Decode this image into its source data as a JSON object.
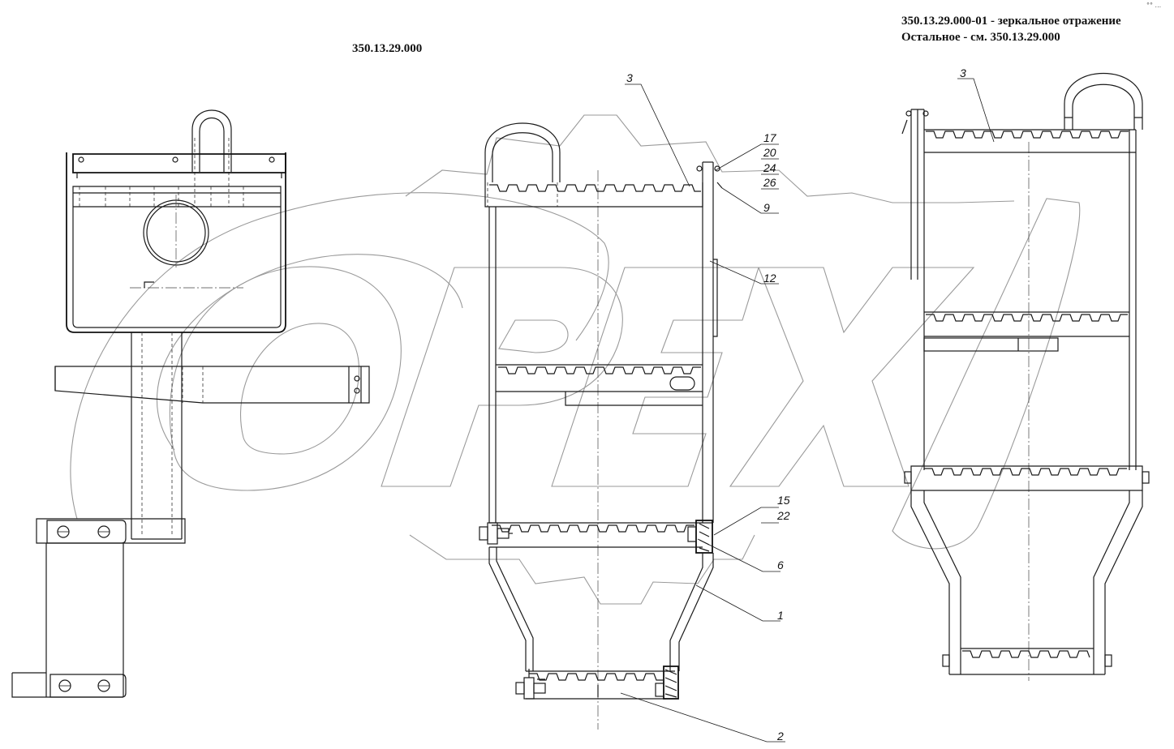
{
  "titles": {
    "left": "350.13.29.000",
    "right_line1": "350.13.29.000-01 - зеркальное отражение",
    "right_line2": "Остальное - см. 350.13.29.000"
  },
  "corner_mark": "°° ...",
  "watermark": {
    "text": "OPEX",
    "color": "#9a9a9a"
  },
  "callouts": {
    "c3_center": "3",
    "c17": "17",
    "c20": "20",
    "c24": "24",
    "c26": "26",
    "c9": "9",
    "c12": "12",
    "c15": "15",
    "c22": "22",
    "c6": "6",
    "c1": "1",
    "c2": "2",
    "c3_right": "3"
  }
}
